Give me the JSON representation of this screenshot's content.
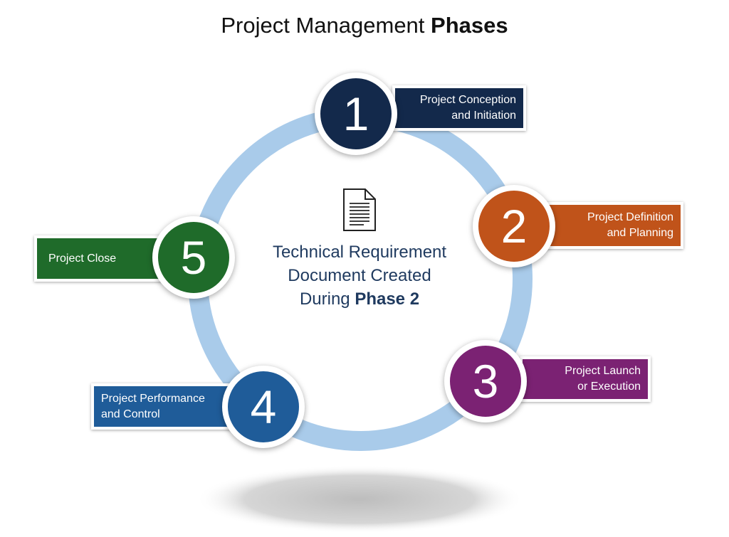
{
  "title": {
    "regular": "Project Management ",
    "bold": "Phases"
  },
  "center": {
    "icon": "document-icon",
    "line1": "Technical Requirement",
    "line2": "Document Created",
    "line3_regular": "During ",
    "line3_bold": "Phase 2"
  },
  "phases": [
    {
      "number": "1",
      "line1": "Project Conception",
      "line2": "and  Initiation",
      "color": "#13294b"
    },
    {
      "number": "2",
      "line1": "Project Definition",
      "line2": "and Planning",
      "color": "#c0531a"
    },
    {
      "number": "3",
      "line1": "Project Launch",
      "line2": "or Execution",
      "color": "#7b2273"
    },
    {
      "number": "4",
      "line1": "Project Performance",
      "line2": "and Control",
      "color": "#1f5c99"
    },
    {
      "number": "5",
      "line1": "Project Close",
      "line2": "",
      "color": "#1f6b2a"
    }
  ],
  "ring_color": "#a9cbea"
}
